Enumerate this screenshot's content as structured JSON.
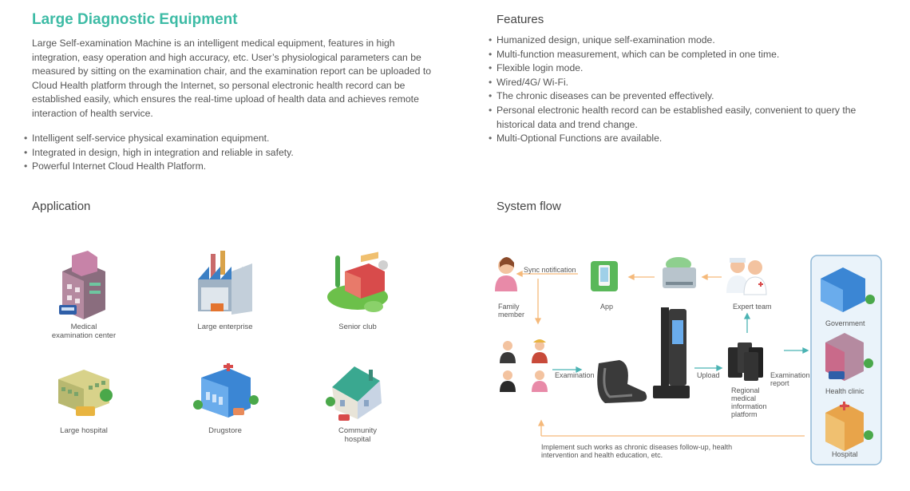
{
  "header": {
    "title": "Large Diagnostic Equipment",
    "intro": "Large Self-examination Machine is an intelligent medical equipment, features in high integration, easy operation and high accuracy, etc. User’s physiological parameters can be measured by sitting on the examination chair, and the examination report can be uploaded to Cloud Health platform through the Internet, so personal electronic health record can be established easily, which ensures the real-time upload of health data and achieves remote interaction of health service.",
    "bullets": [
      "Intelligent self-service physical examination equipment.",
      "Integrated in design, high in integration and reliable in safety.",
      "Powerful Internet Cloud Health Platform."
    ]
  },
  "features": {
    "title": "Features",
    "items": [
      "Humanized design, unique self-examination mode.",
      "Multi-function measurement, which can be completed in one time.",
      "Flexible login mode.",
      "Wired/4G/ Wi-Fi.",
      "The chronic diseases can be prevented effectively.",
      "Personal electronic health record can be established easily, convenient to query the historical data and trend change.",
      "Multi-Optional Functions are available."
    ]
  },
  "application": {
    "title": "Application",
    "items": [
      {
        "label": "Medical\nexamination center",
        "icon": "medical-center-icon"
      },
      {
        "label": "Large enterprise",
        "icon": "factory-icon"
      },
      {
        "label": "Senior club",
        "icon": "golf-club-icon"
      },
      {
        "label": "Large hospital",
        "icon": "hospital-icon"
      },
      {
        "label": "Drugstore",
        "icon": "drugstore-icon"
      },
      {
        "label": "Community\nhospital",
        "icon": "community-hospital-icon"
      }
    ]
  },
  "flow": {
    "title": "System flow",
    "sync": "Sync notification",
    "family": "Family\nmember",
    "app": "App",
    "expert": "Expert team",
    "examination": "Examination",
    "upload": "Upload",
    "regional": "Regional\nmedical\ninformation\nplatform",
    "report": "Examination\nreport",
    "government": "Government",
    "clinic": "Health clinic",
    "hospital": "Hospital",
    "bottom": "Implement such works as chronic diseases follow-up, health\nintervention and health education, etc.",
    "colors": {
      "arrow_orange": "#f5b97a",
      "arrow_teal": "#4bb3b3",
      "panel_border": "#8fb8d6"
    }
  }
}
